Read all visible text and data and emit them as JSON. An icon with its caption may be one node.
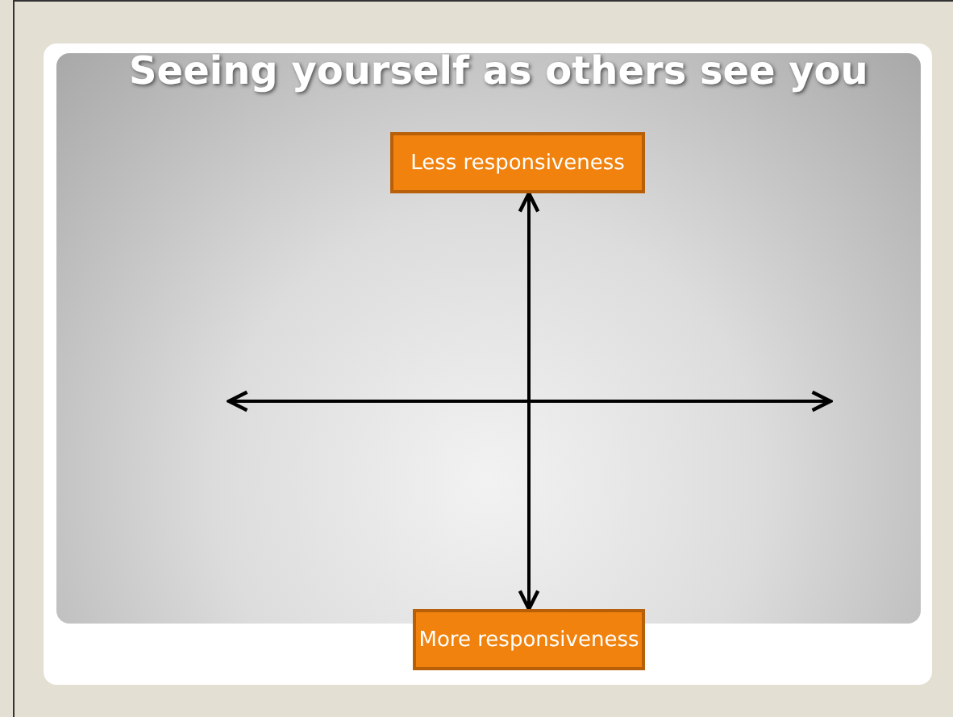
{
  "diagram": {
    "title": "Seeing yourself as others see you",
    "nodes": [
      {
        "text": [
          "Less responsiveness"
        ]
      },
      {
        "text": [
          "More responsiveness"
        ]
      }
    ],
    "edges": [
      {
        "from": 0,
        "to": 1,
        "arrow": "both"
      }
    ]
  }
}
